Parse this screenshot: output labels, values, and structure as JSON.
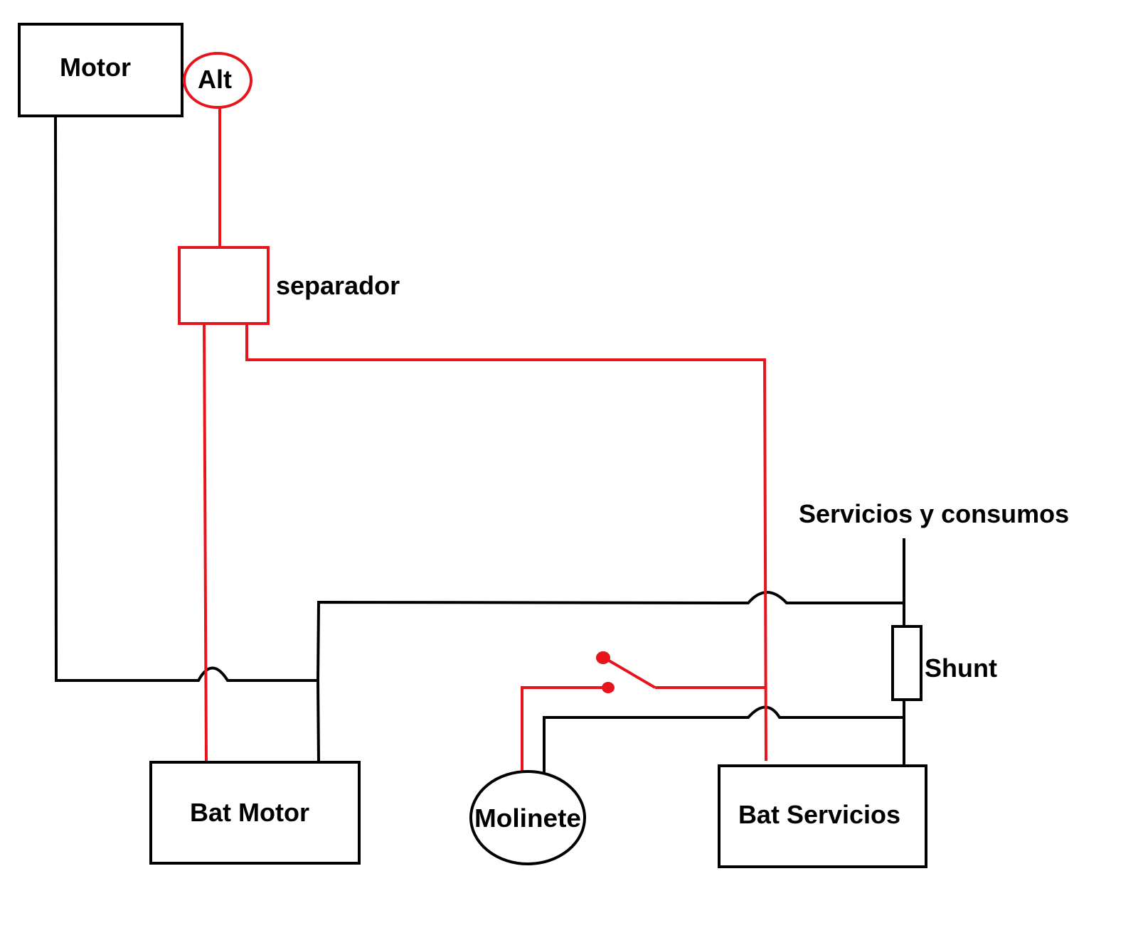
{
  "diagram": {
    "colors": {
      "positive_wire": "#e8141c",
      "negative_wire": "#000000",
      "background": "#ffffff"
    },
    "components": {
      "motor": {
        "label": "Motor",
        "shape": "rectangle"
      },
      "alternator": {
        "label": "Alt",
        "shape": "circle"
      },
      "separator": {
        "label": "separador",
        "shape": "rectangle"
      },
      "services_loads": {
        "label": "Servicios y consumos",
        "shape": "terminal"
      },
      "shunt": {
        "label": "Shunt",
        "shape": "resistor"
      },
      "engine_battery": {
        "label": "Bat Motor",
        "shape": "rectangle"
      },
      "windlass": {
        "label": "Molinete",
        "shape": "circle"
      },
      "service_battery": {
        "label": "Bat Servicios",
        "shape": "rectangle"
      },
      "windlass_switch": {
        "label": "",
        "shape": "switch",
        "state": "open"
      }
    },
    "connections": [
      {
        "from": "alternator",
        "to": "separator",
        "polarity": "positive"
      },
      {
        "from": "separator",
        "to": "engine_battery",
        "polarity": "positive"
      },
      {
        "from": "separator",
        "to": "service_battery",
        "polarity": "positive"
      },
      {
        "from": "service_battery",
        "to": "windlass_switch",
        "polarity": "positive"
      },
      {
        "from": "windlass_switch",
        "to": "windlass",
        "polarity": "positive"
      },
      {
        "from": "motor",
        "to": "engine_battery",
        "polarity": "negative"
      },
      {
        "from": "engine_battery",
        "to": "services_loads",
        "polarity": "negative"
      },
      {
        "from": "services_loads",
        "to": "shunt",
        "polarity": "negative"
      },
      {
        "from": "shunt",
        "to": "service_battery",
        "polarity": "negative"
      },
      {
        "from": "windlass",
        "to": "shunt",
        "polarity": "negative"
      }
    ]
  }
}
